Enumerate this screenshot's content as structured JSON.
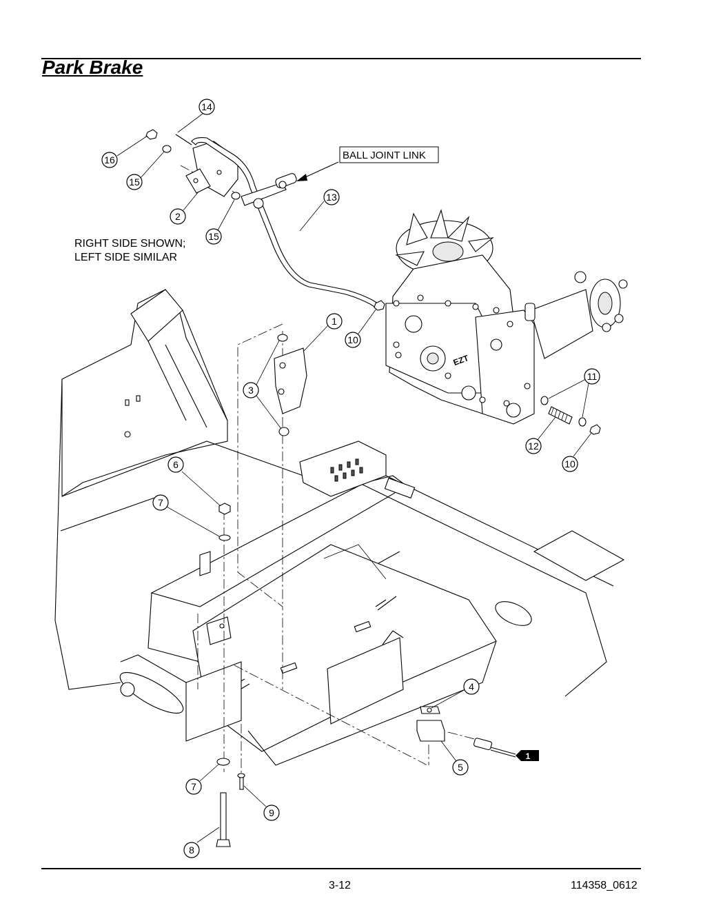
{
  "header": {
    "title": "Park Brake"
  },
  "note": {
    "line1": "RIGHT SIDE SHOWN;",
    "line2": "LEFT SIDE SIMILAR"
  },
  "labels": {
    "ball_joint_link": "BALL JOINT LINK",
    "transaxle_marking": "EZT",
    "ref_tag": "1"
  },
  "callouts": [
    "14",
    "16",
    "15",
    "2",
    "15",
    "13",
    "1",
    "10",
    "3",
    "11",
    "12",
    "10",
    "6",
    "7",
    "4",
    "5",
    "7",
    "9",
    "8"
  ],
  "footer": {
    "page": "3-12",
    "doc_number": "114358_0612"
  }
}
